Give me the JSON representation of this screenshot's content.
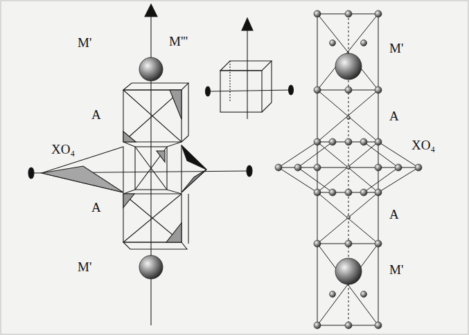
{
  "diagram": {
    "labels": [
      "M'",
      "A",
      "XO₄",
      "A",
      "M'",
      "M'''",
      "M'",
      "A",
      "XO₄",
      "A",
      "M'"
    ]
  }
}
